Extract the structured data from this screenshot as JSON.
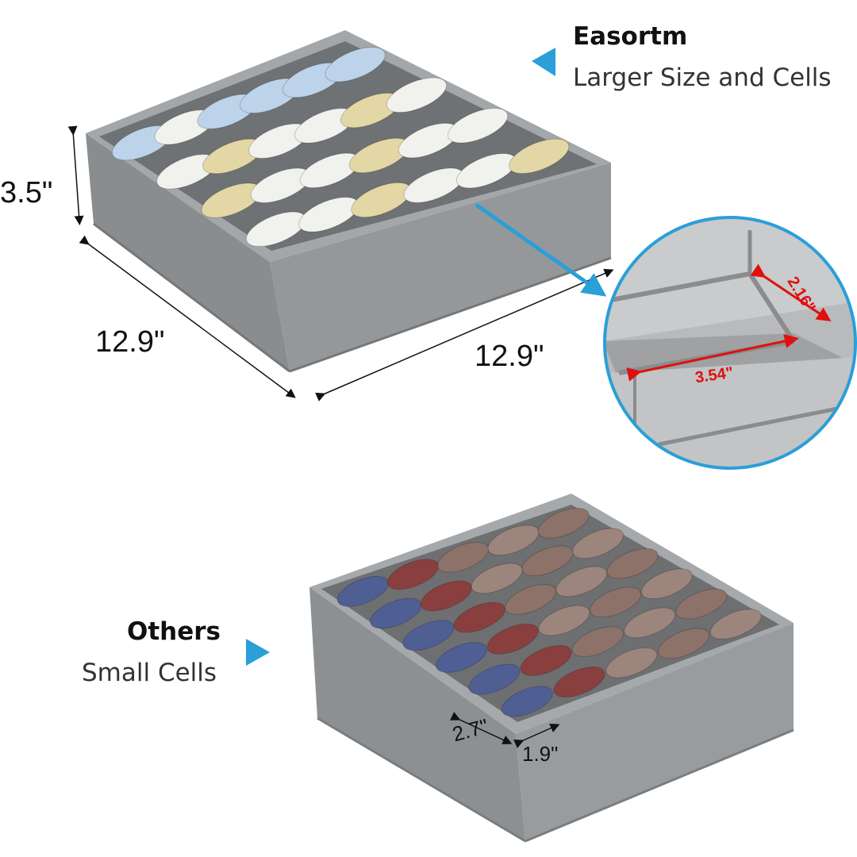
{
  "top_product": {
    "brand": "Easortm",
    "subtitle": "Larger Size and Cells",
    "height": "3.5\"",
    "depth": "12.9\"",
    "width": "12.9\"",
    "sock_colors": [
      "#bcd3ea",
      "#f1f1ee",
      "#e3d7a6",
      "#e0e2e2"
    ]
  },
  "detail_circle": {
    "cell_depth": "2.16\"",
    "cell_width": "3.54\""
  },
  "bottom_product": {
    "brand": "Others",
    "subtitle": "Small Cells",
    "cell_width": "2.7\"",
    "cell_depth": "1.9\"",
    "sock_colors": [
      "#4f5f94",
      "#8a3f3f",
      "#9c857c",
      "#8d7269"
    ]
  },
  "colors": {
    "accent": "#2a9fd8",
    "box": "#8f9294",
    "box_dark": "#76797b",
    "rim": "#a9abad",
    "measure": "#e01010"
  }
}
